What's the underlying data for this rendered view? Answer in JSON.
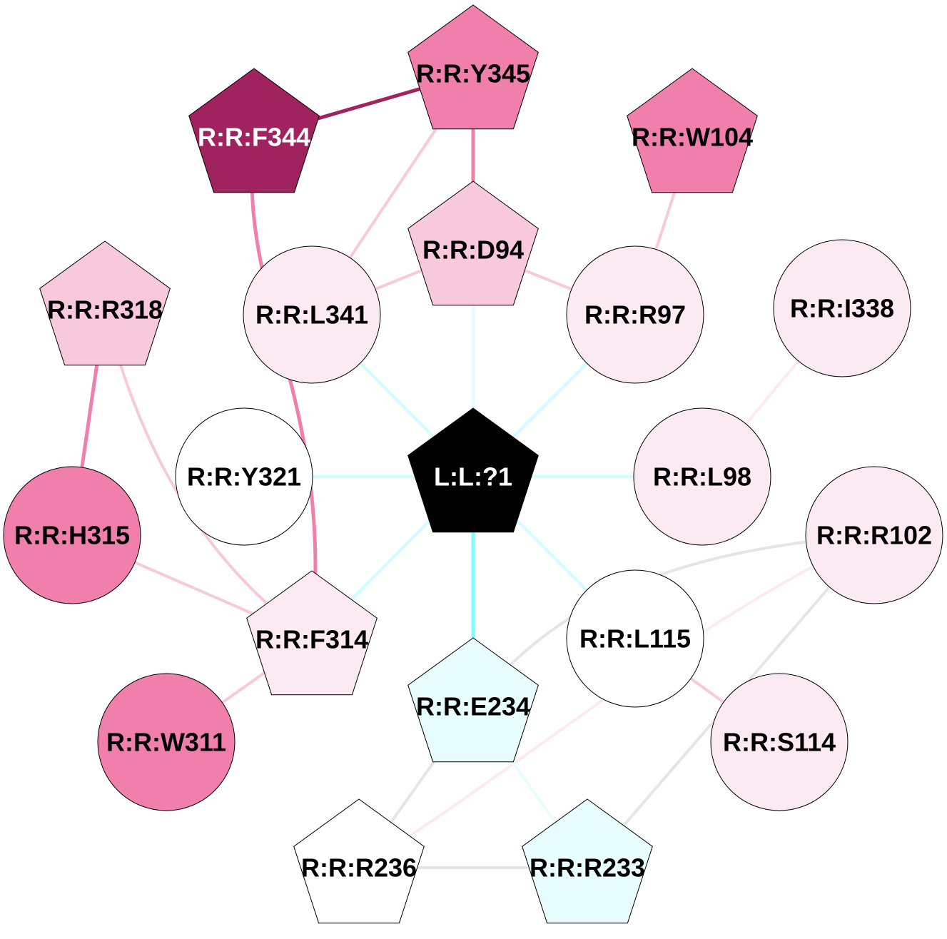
{
  "nodes": [
    {
      "id": "Y345",
      "label": "R:R:Y345",
      "shape": "pentagon",
      "fill": "#f07fac",
      "text": "#000000"
    },
    {
      "id": "F344",
      "label": "R:R:F344",
      "shape": "pentagon",
      "fill": "#a0235f",
      "text": "#ffffff"
    },
    {
      "id": "W104",
      "label": "R:R:W104",
      "shape": "pentagon",
      "fill": "#f07fac",
      "text": "#000000"
    },
    {
      "id": "D94",
      "label": "R:R:D94",
      "shape": "pentagon",
      "fill": "#f8c8dd",
      "text": "#000000"
    },
    {
      "id": "R318",
      "label": "R:R:R318",
      "shape": "pentagon",
      "fill": "#f8c8dd",
      "text": "#000000"
    },
    {
      "id": "L341",
      "label": "R:R:L341",
      "shape": "circle",
      "fill": "#fbeaf2",
      "text": "#000000"
    },
    {
      "id": "R97",
      "label": "R:R:R97",
      "shape": "circle",
      "fill": "#fbeaf2",
      "text": "#000000"
    },
    {
      "id": "I338",
      "label": "R:R:I338",
      "shape": "circle",
      "fill": "#fbeaf2",
      "text": "#000000"
    },
    {
      "id": "Y321",
      "label": "R:R:Y321",
      "shape": "circle",
      "fill": "#ffffff",
      "text": "#000000"
    },
    {
      "id": "LIG",
      "label": "L:L:?1",
      "shape": "pentagon",
      "fill": "#000000",
      "text": "#ffffff"
    },
    {
      "id": "L98",
      "label": "R:R:L98",
      "shape": "circle",
      "fill": "#fbeaf2",
      "text": "#000000"
    },
    {
      "id": "H315",
      "label": "R:R:H315",
      "shape": "circle",
      "fill": "#f07fac",
      "text": "#000000"
    },
    {
      "id": "R102",
      "label": "R:R:R102",
      "shape": "circle",
      "fill": "#fbeaf2",
      "text": "#000000"
    },
    {
      "id": "F314",
      "label": "R:R:F314",
      "shape": "pentagon",
      "fill": "#fbeaf2",
      "text": "#000000"
    },
    {
      "id": "L115",
      "label": "R:R:L115",
      "shape": "circle",
      "fill": "#ffffff",
      "text": "#000000"
    },
    {
      "id": "E234",
      "label": "R:R:E234",
      "shape": "pentagon",
      "fill": "#e8fdfd",
      "text": "#000000"
    },
    {
      "id": "W311",
      "label": "R:R:W311",
      "shape": "circle",
      "fill": "#f07fac",
      "text": "#000000"
    },
    {
      "id": "S114",
      "label": "R:R:S114",
      "shape": "circle",
      "fill": "#fbeaf2",
      "text": "#000000"
    },
    {
      "id": "R236",
      "label": "R:R:R236",
      "shape": "pentagon",
      "fill": "#ffffff",
      "text": "#000000"
    },
    {
      "id": "R233",
      "label": "R:R:R233",
      "shape": "pentagon",
      "fill": "#e8fdfd",
      "text": "#000000"
    }
  ],
  "edges": [
    {
      "from": "F344",
      "to": "Y345",
      "color": "#a0235f"
    },
    {
      "from": "Y345",
      "to": "D94",
      "color": "#f07fac"
    },
    {
      "from": "Y345",
      "to": "L341",
      "color": "#f8c8dd"
    },
    {
      "from": "W104",
      "to": "R97",
      "color": "#f8c8dd"
    },
    {
      "from": "D94",
      "to": "L341",
      "color": "#f8c8dd"
    },
    {
      "from": "D94",
      "to": "R97",
      "color": "#f8c8dd"
    },
    {
      "from": "D94",
      "to": "LIG",
      "color": "#e0ffff"
    },
    {
      "from": "L341",
      "to": "LIG",
      "color": "#ccffff"
    },
    {
      "from": "R97",
      "to": "LIG",
      "color": "#ccffff"
    },
    {
      "from": "Y321",
      "to": "LIG",
      "color": "#ccffff"
    },
    {
      "from": "L98",
      "to": "LIG",
      "color": "#ccffff"
    },
    {
      "from": "F314",
      "to": "LIG",
      "color": "#ccffff"
    },
    {
      "from": "L115",
      "to": "LIG",
      "color": "#ccffff"
    },
    {
      "from": "E234",
      "to": "LIG",
      "color": "#80ffff"
    },
    {
      "from": "F344",
      "to": "F314",
      "color": "#f07fac",
      "curve": true
    },
    {
      "from": "R318",
      "to": "H315",
      "color": "#f07fac"
    },
    {
      "from": "R318",
      "to": "F314",
      "color": "#f8c8dd",
      "curve": true
    },
    {
      "from": "H315",
      "to": "F314",
      "color": "#f8c8dd"
    },
    {
      "from": "W311",
      "to": "F314",
      "color": "#f8c8dd"
    },
    {
      "from": "I338",
      "to": "L98",
      "color": "#fbeaf2"
    },
    {
      "from": "R102",
      "to": "E234",
      "color": "#e5e5e5",
      "curve": true
    },
    {
      "from": "R102",
      "to": "R236",
      "color": "#fbeaf2",
      "curve": true
    },
    {
      "from": "R102",
      "to": "R233",
      "color": "#e5e5e5"
    },
    {
      "from": "L115",
      "to": "S114",
      "color": "#f8c8dd"
    },
    {
      "from": "E234",
      "to": "R236",
      "color": "#e5e5e5"
    },
    {
      "from": "E234",
      "to": "R233",
      "color": "#e8fdfd"
    },
    {
      "from": "R236",
      "to": "R233",
      "color": "#e5e5e5"
    }
  ]
}
